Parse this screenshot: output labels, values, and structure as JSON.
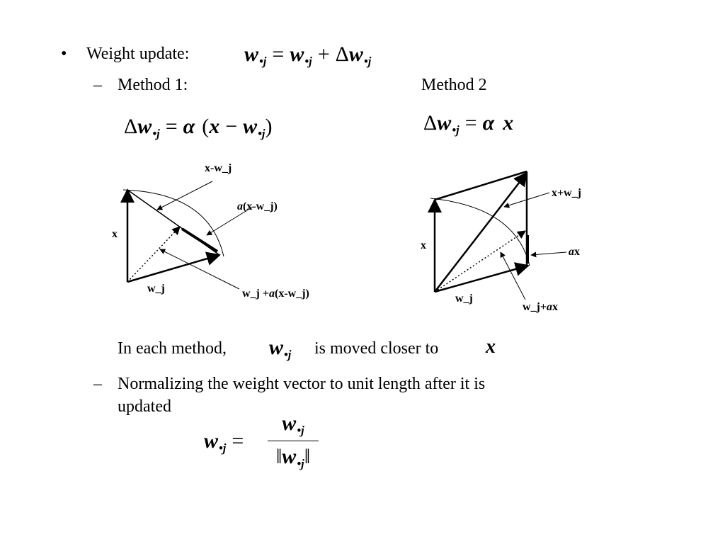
{
  "bullets": {
    "main_marker": "•",
    "main_text": "Weight update:",
    "sub_marker": "–",
    "method1_label": "Method 1:",
    "method2_label": "Method 2",
    "closer_prefix": "In each method,",
    "closer_middle": "is moved closer to",
    "normalize_line1": "Normalizing the weight vector to unit length after it is",
    "normalize_line2": "updated"
  },
  "diagram1": {
    "label_x_minus_w": "x-w_j",
    "label_a": "a",
    "label_a_rest": "(x-w_j)",
    "label_x": "x",
    "label_w": "w_j",
    "label_result_prefix": "w_j +",
    "label_result_a": "a",
    "label_result_rest": "(x-w_j)"
  },
  "diagram2": {
    "label_x_plus_w": "x+w_j",
    "label_a": "a",
    "label_a_rest": "x",
    "label_x": "x",
    "label_w": "w_j",
    "label_result_prefix": "w_j+",
    "label_result_a": "a",
    "label_result_rest": "x"
  }
}
